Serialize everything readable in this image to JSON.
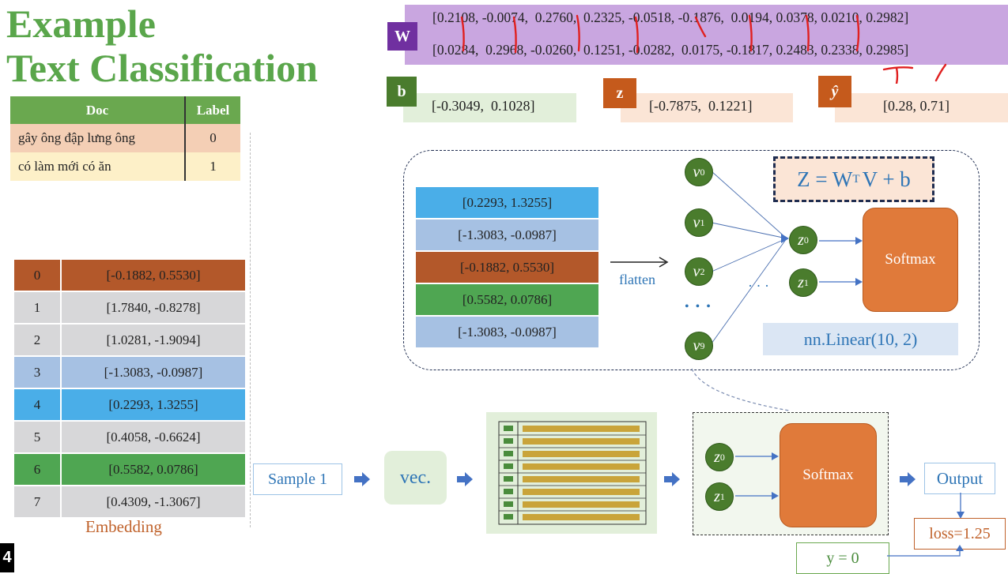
{
  "title": {
    "line1": "Example",
    "line2": "Text Classification"
  },
  "doc_table": {
    "headers": [
      "Doc",
      "Label"
    ],
    "rows": [
      {
        "doc": "gây ông đập lưng ông",
        "label": "0"
      },
      {
        "doc": "có làm mới có ăn",
        "label": "1"
      }
    ]
  },
  "embedding": {
    "caption": "Embedding",
    "rows": [
      {
        "idx": "0",
        "vec": "[-0.1882,  0.5530]"
      },
      {
        "idx": "1",
        "vec": "[1.7840, -0.8278]"
      },
      {
        "idx": "2",
        "vec": "[1.0281, -1.9094]"
      },
      {
        "idx": "3",
        "vec": "[-1.3083, -0.0987]"
      },
      {
        "idx": "4",
        "vec": "[0.2293,  1.3255]"
      },
      {
        "idx": "5",
        "vec": "[0.4058, -0.6624]"
      },
      {
        "idx": "6",
        "vec": "[0.5582,  0.0786]"
      },
      {
        "idx": "7",
        "vec": "[0.4309, -1.3067]"
      }
    ]
  },
  "weights": {
    "W_label": "W",
    "W_row1": "[0.2108, -0.0074,  0.2760,  0.2325, -0.0518, -0.1876,  0.0194, 0.0378, 0.0210, 0.2982]",
    "W_row2": "[0.0284,  0.2968, -0.0260,  0.1251, -0.0282,  0.0175, -0.1817, 0.2483, 0.2338, 0.2985]",
    "b_label": "b",
    "b_value": "[-0.3049,  0.1028]",
    "z_label": "z",
    "z_value": "[-0.7875,  0.1221]",
    "y_label": "ŷ",
    "y_value": "[0.28, 0.71]"
  },
  "detail": {
    "vectors": [
      "[0.2293,  1.3255]",
      "[-1.3083, -0.0987]",
      "[-0.1882,  0.5530]",
      "[0.5582,  0.0786]",
      "[-1.3083, -0.0987]"
    ],
    "flatten_label": "flatten",
    "formula": "Z = W",
    "formula_sup": "T",
    "formula_rest": "V + b",
    "nodes_v": [
      "v",
      "v",
      "v",
      "v"
    ],
    "nodes_v_sub": [
      "0",
      "1",
      "2",
      "9"
    ],
    "dots": "• • •",
    "hdots": "· · ·",
    "z_nodes": [
      "z",
      "z"
    ],
    "z_subs": [
      "0",
      "1"
    ],
    "softmax": "Softmax",
    "linear_label": "nn.Linear(10, 2)"
  },
  "pipeline": {
    "sample": "Sample 1",
    "vec": "vec.",
    "softmax": "Softmax",
    "z_nodes": [
      "z",
      "z"
    ],
    "z_subs": [
      "0",
      "1"
    ],
    "output": "Output",
    "loss": "loss=1.25",
    "y_true": "y = 0"
  },
  "page_number": "4",
  "colors": {
    "green_title": "#5aa64b",
    "purple": "#7030a0",
    "w_bg": "#c9a6e0",
    "node_green": "#4a7c2d",
    "softmax_orange": "#e07a3a",
    "arrow_blue": "#4472c4",
    "annotation_red": "#e02020"
  }
}
